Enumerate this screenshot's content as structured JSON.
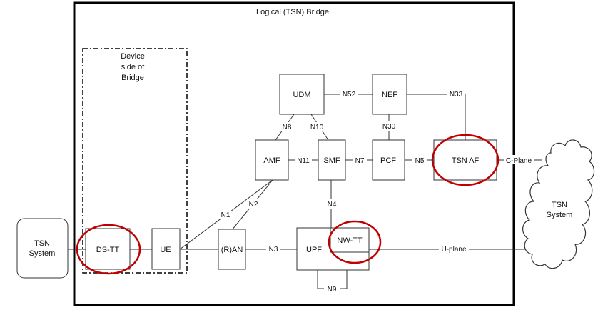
{
  "diagram": {
    "bridge_title": "Logical (TSN) Bridge",
    "device_side_lines": [
      "Device",
      "side of",
      "Bridge"
    ],
    "nodes": {
      "tsn_system_left": [
        "TSN",
        "System"
      ],
      "ds_tt": "DS-TT",
      "ue": "UE",
      "ran": "(R)AN",
      "upf": "UPF",
      "nw_tt": "NW-TT",
      "amf": "AMF",
      "smf": "SMF",
      "pcf": "PCF",
      "tsn_af": "TSN AF",
      "udm": "UDM",
      "nef": "NEF",
      "tsn_system_cloud": [
        "TSN",
        "System"
      ]
    },
    "interfaces": {
      "n1": "N1",
      "n2": "N2",
      "n3": "N3",
      "n4": "N4",
      "n5": "N5",
      "n7": "N7",
      "n8": "N8",
      "n9": "N9",
      "n10": "N10",
      "n11": "N11",
      "n30": "N30",
      "n33": "N33",
      "n52": "N52",
      "c_plane": "C-Plane",
      "u_plane": "U-plane"
    },
    "colors": {
      "highlight": "#c00000",
      "line": "#333333"
    }
  }
}
